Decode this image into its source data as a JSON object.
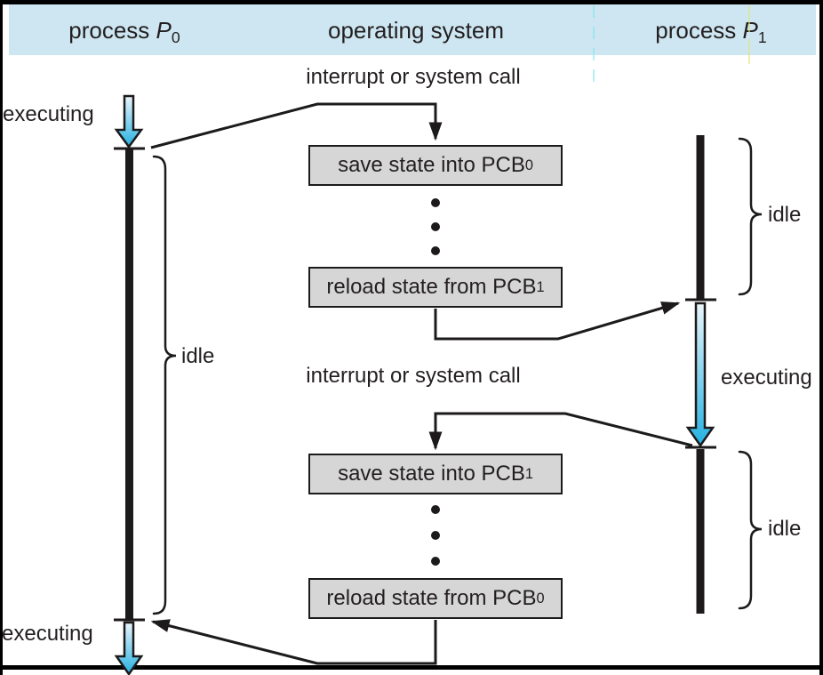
{
  "header": {
    "process0": {
      "prefix": "process ",
      "var": "P",
      "sub": "0"
    },
    "os": "operating system",
    "process1": {
      "prefix": "process ",
      "var": "P",
      "sub": "1"
    }
  },
  "labels": {
    "interrupt_top": "interrupt or system call",
    "interrupt_mid": "interrupt or system call",
    "executing_p0_top": "executing",
    "executing_p0_bottom": "executing",
    "executing_p1": "executing",
    "idle_p0": "idle",
    "idle_p1_top": "idle",
    "idle_p1_bottom": "idle"
  },
  "boxes": {
    "save0": {
      "text": "save state into PCB",
      "sub": "0"
    },
    "reload1": {
      "text": "reload state from PCB",
      "sub": "1"
    },
    "save1": {
      "text": "save state into PCB",
      "sub": "1"
    },
    "reload0": {
      "text": "reload state from PCB",
      "sub": "0"
    }
  },
  "colors": {
    "header_bg": "#cde6f2",
    "box_bg": "#d6d6d6",
    "line": "#1c1a1b",
    "text": "#231f20",
    "frame": "#000000",
    "page_bg": "#ffffff",
    "arrow_gradient_top": "#eaf5fb",
    "arrow_gradient_bottom": "#25b1e2",
    "separator_cyan": "#7fe3ef",
    "separator_yellow": "#e0e67a"
  }
}
